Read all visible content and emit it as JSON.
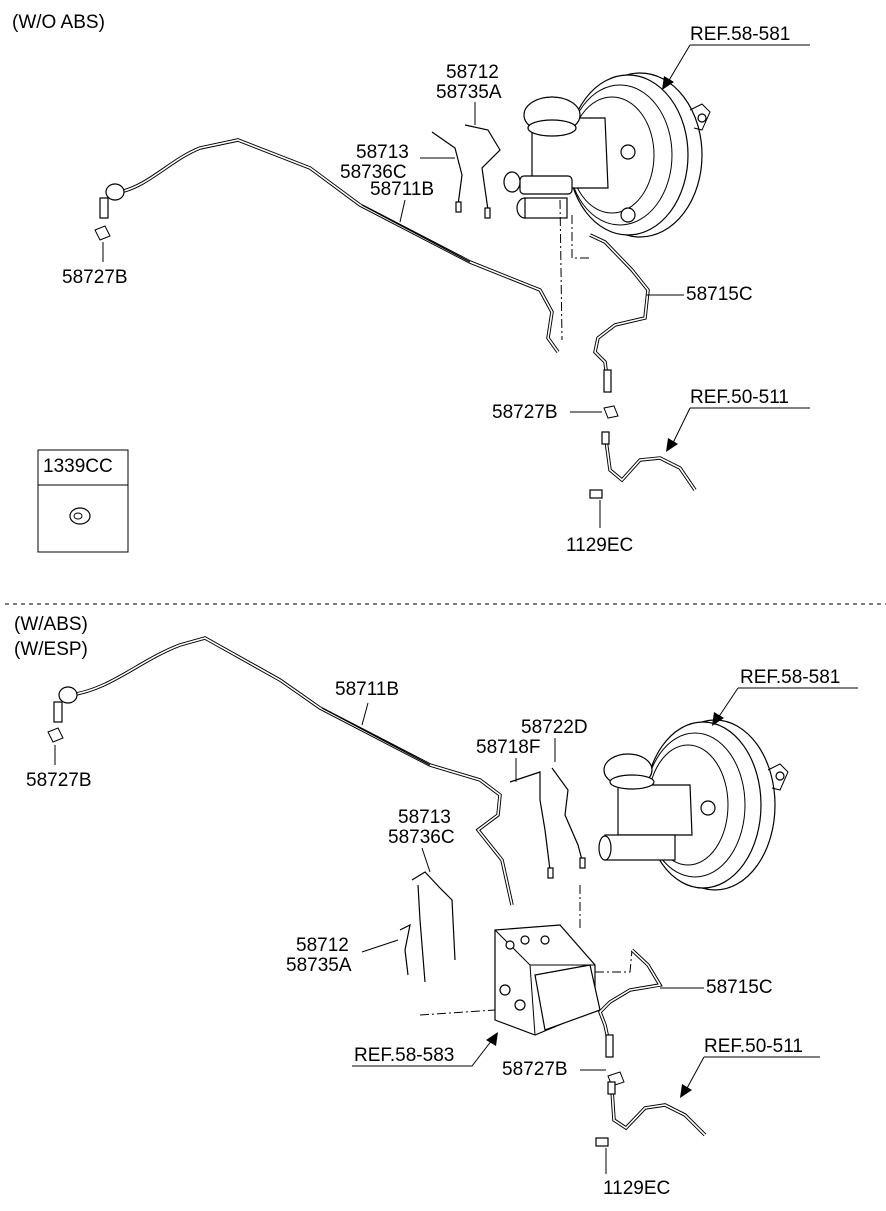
{
  "sections": {
    "top": {
      "title": "(W/O ABS)"
    },
    "bottom": {
      "title_line1": "(W/ABS)",
      "title_line2": "(W/ESP)"
    }
  },
  "callout_box": {
    "label": "1339CC"
  },
  "top_labels": {
    "ref_booster": "REF.58-581",
    "p58712": "58712",
    "p58735a": "58735A",
    "p58713": "58713",
    "p58736c": "58736C",
    "p58711b": "58711B",
    "p58727b_left": "58727B",
    "p58715c": "58715C",
    "p58727b_right": "58727B",
    "ref_sensor": "REF.50-511",
    "p1129ec": "1129EC"
  },
  "bottom_labels": {
    "p58711b": "58711B",
    "ref_booster": "REF.58-581",
    "p58727b_left": "58727B",
    "p58722d": "58722D",
    "p58718f": "58718F",
    "p58713": "58713",
    "p58736c": "58736C",
    "p58712": "58712",
    "p58735a": "58735A",
    "p58715c": "58715C",
    "ref_hecu": "REF.58-583",
    "p58727b_right": "58727B",
    "ref_sensor": "REF.50-511",
    "p1129ec": "1129EC"
  }
}
